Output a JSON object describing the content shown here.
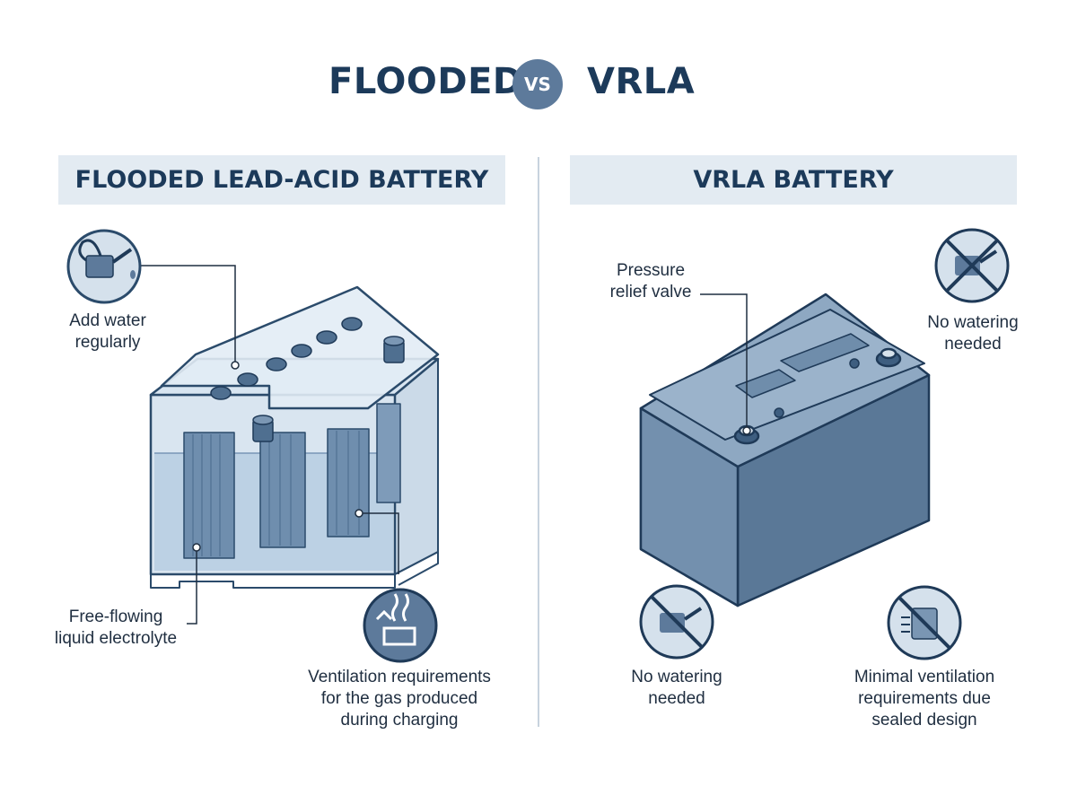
{
  "title": {
    "left": "FLOODED",
    "vs": "VS",
    "right": "VRLA"
  },
  "panels": {
    "flooded": {
      "heading": "FLOODED LEAD-ACID BATTERY",
      "labels": {
        "add_water_1": "Add water",
        "add_water_2": "regularly",
        "electrolyte_1": "Free-flowing",
        "electrolyte_2": "liquid electrolyte",
        "ventilation_1": "Ventilation requirements",
        "ventilation_2": "for the gas produced",
        "ventilation_3": "during charging"
      },
      "icons": {
        "watering": "watering-can-icon",
        "ventilation": "gas-ventilation-icon"
      }
    },
    "vrla": {
      "heading": "VRLA BATTERY",
      "labels": {
        "valve_1": "Pressure",
        "valve_2": "relief valve",
        "no_water_top_1": "No watering",
        "no_water_top_2": "needed",
        "no_water_bottom_1": "No watering",
        "no_water_bottom_2": "needed",
        "min_vent_1": "Minimal ventilation",
        "min_vent_2": "requirements due",
        "min_vent_3": "sealed design"
      },
      "icons": {
        "no_watering": "no-watering-icon",
        "no_ventilation": "no-ventilation-icon"
      }
    }
  },
  "colors": {
    "navy": "#1c3a5a",
    "steel": "#5d7a9b",
    "header_bg": "#e3ebf2",
    "vrla_body": "#6b89a8",
    "flooded_glass": "#c9daea"
  }
}
